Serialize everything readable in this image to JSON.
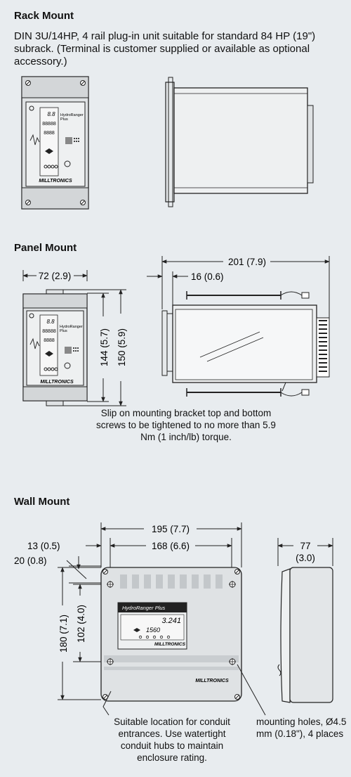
{
  "rack": {
    "heading": "Rack Mount",
    "description": "DIN 3U/14HP, 4 rail plug-in unit suitable for standard 84 HP (19\") subrack. (Terminal is customer supplied or available as optional accessory.)"
  },
  "panel": {
    "heading": "Panel Mount",
    "dim_width": "72 (2.9)",
    "dim_height_inner": "144 (5.7)",
    "dim_height_outer": "150 (5.9)",
    "dim_depth": "201 (7.9)",
    "dim_flange": "16 (0.6)",
    "note": "Slip on mounting bracket top and bottom screws to be tightened to no more than 5.9 Nm (1 inch/lb) torque."
  },
  "wall": {
    "heading": "Wall Mount",
    "dim_width": "195 (7.7)",
    "dim_hole_span": "168 (6.6)",
    "dim_left_offset": "13 (0.5)",
    "dim_top_offset": "20 (0.8)",
    "dim_height": "180 (7.1)",
    "dim_hole_vspan": "102 (4.0)",
    "dim_depth_mm": "77",
    "dim_depth_in": "(3.0)",
    "note_conduit": "Suitable location for conduit entrances. Use watertight conduit hubs to maintain enclosure rating.",
    "note_holes": "mounting holes, Ø4.5 mm (0.18\"), 4 places"
  },
  "device": {
    "brand": "MILLTRONICS",
    "product": "HydroRanger Plus",
    "product_line1": "HydroRanger",
    "product_line2": "Plus",
    "display_top": "8.8",
    "display_mid": "88888",
    "display_low": "8888",
    "wall_reading_main": "3.241",
    "wall_reading_sub": "1560"
  }
}
